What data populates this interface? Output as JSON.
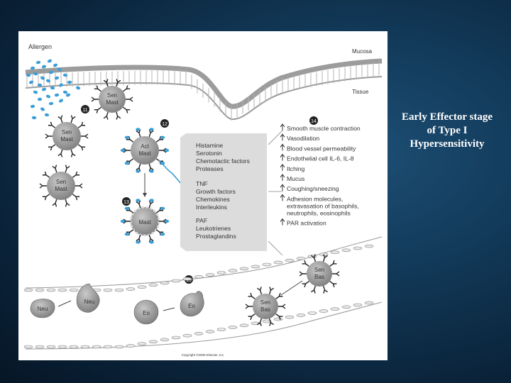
{
  "slide": {
    "title_lines": [
      "Early Effector stage",
      "of Type I",
      "Hypersensitivity"
    ]
  },
  "figure": {
    "labels": {
      "allergen": "Allergen",
      "mucosa": "Mucosa",
      "tissue": "Tissue",
      "copyright": "Copyright ©2006 Elsevier, Inc."
    },
    "steps": [
      "11",
      "12",
      "13",
      "14",
      "15"
    ],
    "cells": {
      "sen_mast": [
        "Sen",
        "Mast"
      ],
      "act_mast": [
        "Act",
        "Mast"
      ],
      "mast": "Mast",
      "sen_bas": [
        "Sen",
        "Bas"
      ],
      "neu": "Neu",
      "eo": "Eo"
    },
    "mediator_groups": [
      [
        "Histamine",
        "Serotonin",
        "Chemotactic factors",
        "Proteases"
      ],
      [
        "TNF",
        "Growth factors",
        "Chemokines",
        "Interleukins"
      ],
      [
        "PAF",
        "Leukotrienes",
        "Prostaglandins"
      ]
    ],
    "effects": [
      "Smooth muscle contraction",
      "Vasodilation",
      "Blood vessel permeability",
      "Endothelial cell IL-6, IL-8",
      "Itching",
      "Mucus",
      "Coughing/sneezing",
      "Adhesion molecules,",
      "extravasation of basophils,",
      "neutrophils, eosinophils",
      "PAR activation"
    ],
    "colors": {
      "cell_gray": "#9a9a9a",
      "allergen_blue": "#3a9fd8",
      "mucosa_gray": "#bfbfbf",
      "box_gray": "#dcdcdc"
    }
  }
}
